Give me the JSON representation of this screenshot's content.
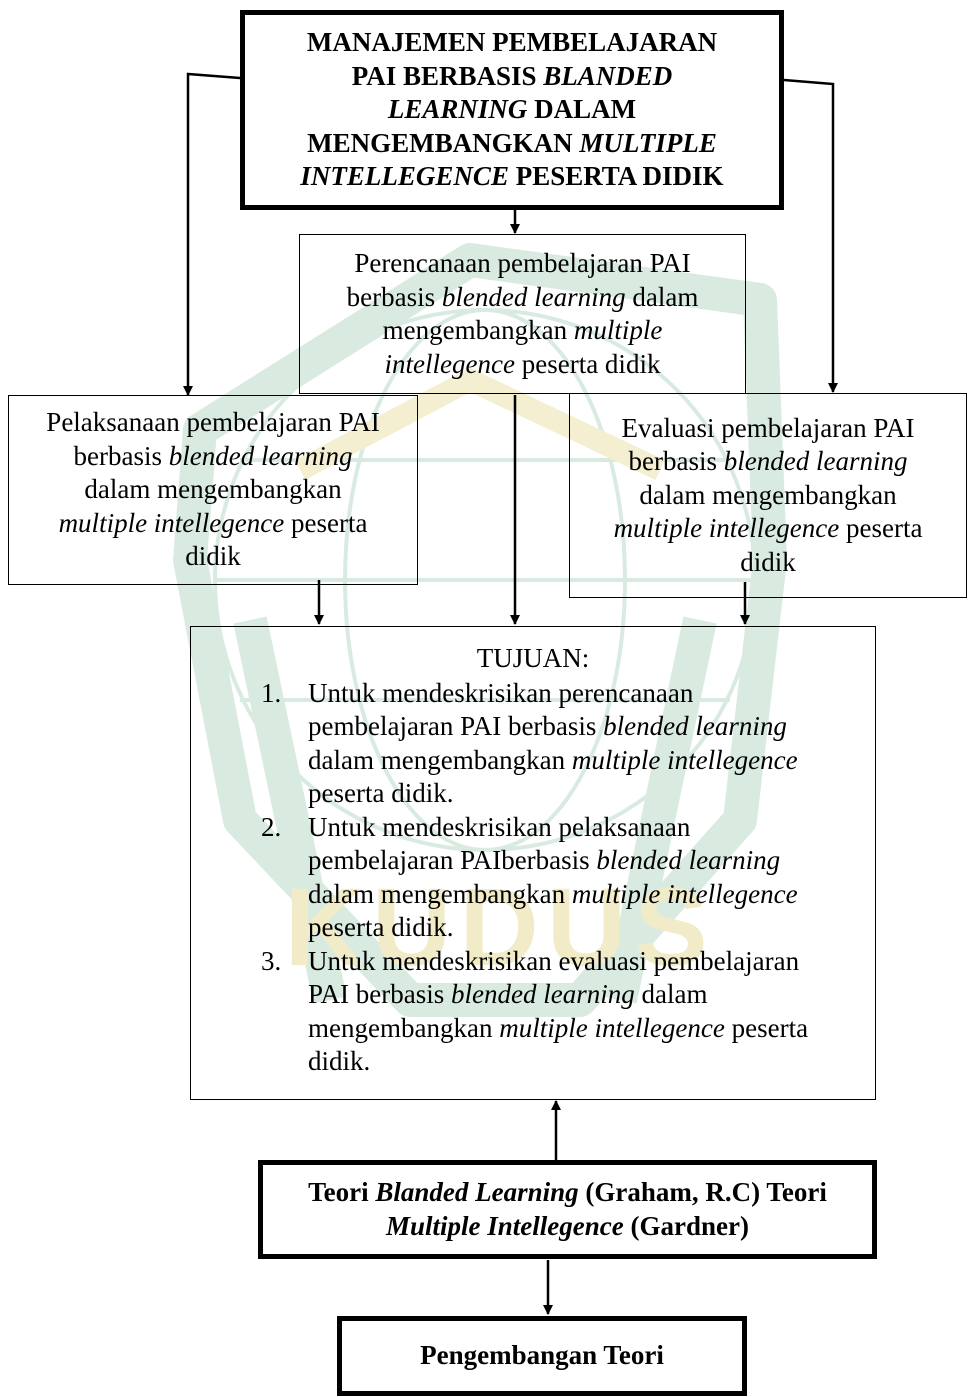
{
  "main_title": {
    "line1": "MANAJEMEN PEMBELAJARAN",
    "line2a": "PAI BERBASIS ",
    "line2b": "BLANDED",
    "line3a": "LEARNING",
    "line3b": " DALAM",
    "line4a": "MENGEMBANGKAN ",
    "line4b": "MULTIPLE",
    "line5a": "INTELLEGENCE",
    "line5b": " PESERTA DIDIK"
  },
  "planning": {
    "l1": "Perencanaan pembelajaran PAI",
    "l2a": "berbasis ",
    "l2b": "blended learning",
    "l2c": " dalam",
    "l3a": "mengembangkan ",
    "l3b": "multiple",
    "l4a": "intellegence",
    "l4b": " peserta didik"
  },
  "implementation": {
    "l1": "Pelaksanaan pembelajaran PAI",
    "l2a": "berbasis ",
    "l2b": "blended learning",
    "l3": "dalam mengembangkan",
    "l4a": "multiple intellegence",
    "l4b": " peserta",
    "l5": "didik"
  },
  "evaluation": {
    "l1": "Evaluasi pembelajaran PAI",
    "l2a": "berbasis ",
    "l2b": "blended learning",
    "l3": "dalam mengembangkan",
    "l4a": "multiple intellegence",
    "l4b": " peserta",
    "l5": "didik"
  },
  "objectives": {
    "title": "TUJUAN:",
    "items": [
      {
        "num": "1.",
        "l1": "Untuk mendeskrisikan perencanaan",
        "l2a": "pembelajaran PAI berbasis ",
        "l2b": "blended learning",
        "l3a": "dalam mengembangkan ",
        "l3b": "multiple intellegence",
        "l4": "peserta didik."
      },
      {
        "num": "2.",
        "l1": "Untuk mendeskrisikan pelaksanaan",
        "l2a": "pembelajaran PAIberbasis ",
        "l2b": "blended learning",
        "l3a": "dalam mengembangkan ",
        "l3b": "multiple intellegence",
        "l4": "peserta didik."
      },
      {
        "num": "3.",
        "l1": "Untuk mendeskrisikan evaluasi pembelajaran",
        "l2a": "PAI berbasis ",
        "l2b": "blended learning",
        "l2c": " dalam",
        "l3a": "mengembangkan ",
        "l3b": "multiple intellegence",
        "l3c": " peserta",
        "l4": "didik."
      }
    ]
  },
  "theory": {
    "l1a": "Teori ",
    "l1b": "Blanded Learning",
    "l1c": " (Graham, R.C) Teori",
    "l2a": "Multiple Intellegence",
    "l2b": " (Gardner)"
  },
  "development": {
    "label": "Pengembangan Teori"
  },
  "watermark": {
    "text": "KUDUS",
    "colors": {
      "green": "#d6e8de",
      "yellow": "#f3ecc6"
    }
  }
}
